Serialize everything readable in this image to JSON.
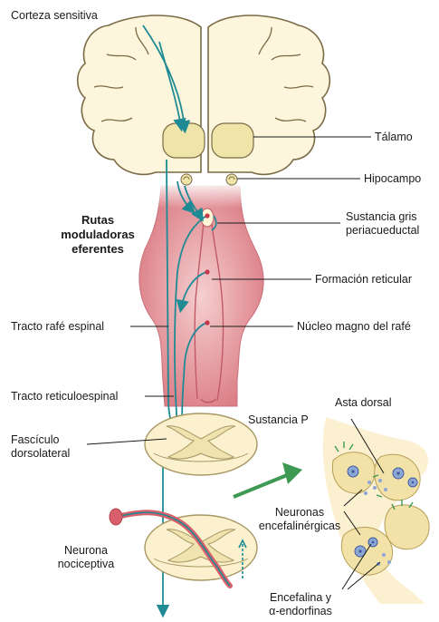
{
  "labels": {
    "corteza": "Corteza sensitiva",
    "talamo": "Tálamo",
    "hipocampo": "Hipocampo",
    "rutas_line1": "Rutas",
    "rutas_line2": "moduladoras",
    "rutas_line3": "eferentes",
    "sustancia_gris_line1": "Sustancia gris",
    "sustancia_gris_line2": "periacueductal",
    "formacion": "Formación reticular",
    "tracto_rafe": "Tracto rafé espinal",
    "nucleo": "Núcleo magno del rafé",
    "tracto_reticulo": "Tracto reticuloespinal",
    "asta": "Asta dorsal",
    "sustancia_p": "Sustancia P",
    "fasciculo_line1": "Fascículo",
    "fasciculo_line2": "dorsolateral",
    "neuronas_line1": "Neuronas",
    "neuronas_line2": "encefalinérgicas",
    "neurona_line1": "Neurona",
    "neurona_line2": "nociceptiva",
    "encefalina_line1": "Encefalina y",
    "encefalina_line2": "α-endorfinas"
  },
  "colors": {
    "brain_fill": "#fdf6dc",
    "brain_stroke": "#7a6a45",
    "thalamus_fill": "#f0e5a8",
    "brainstem_fill": "#e39aa0",
    "brainstem_light": "#f2c7c8",
    "pathway": "#1f8a94",
    "spinal_fill": "#fbf1cf",
    "spinal_gray": "#efe3b0",
    "arrow_green": "#3e9a52",
    "neuron_red": "#d9606a"
  }
}
